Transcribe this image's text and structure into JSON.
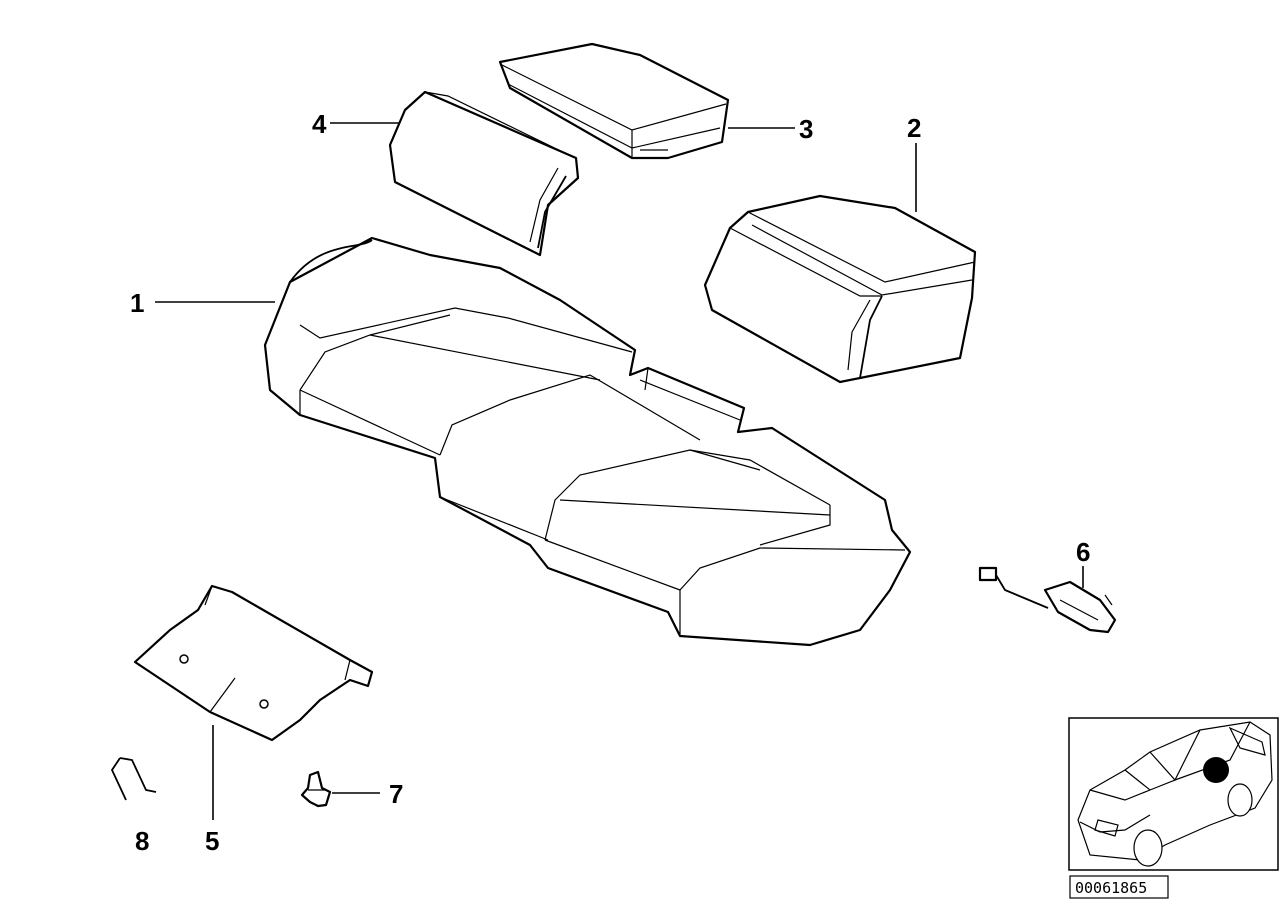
{
  "diagram": {
    "part_numbers": [
      "1",
      "2",
      "3",
      "4",
      "5",
      "6",
      "7",
      "8"
    ],
    "reference_code": "00061865"
  }
}
